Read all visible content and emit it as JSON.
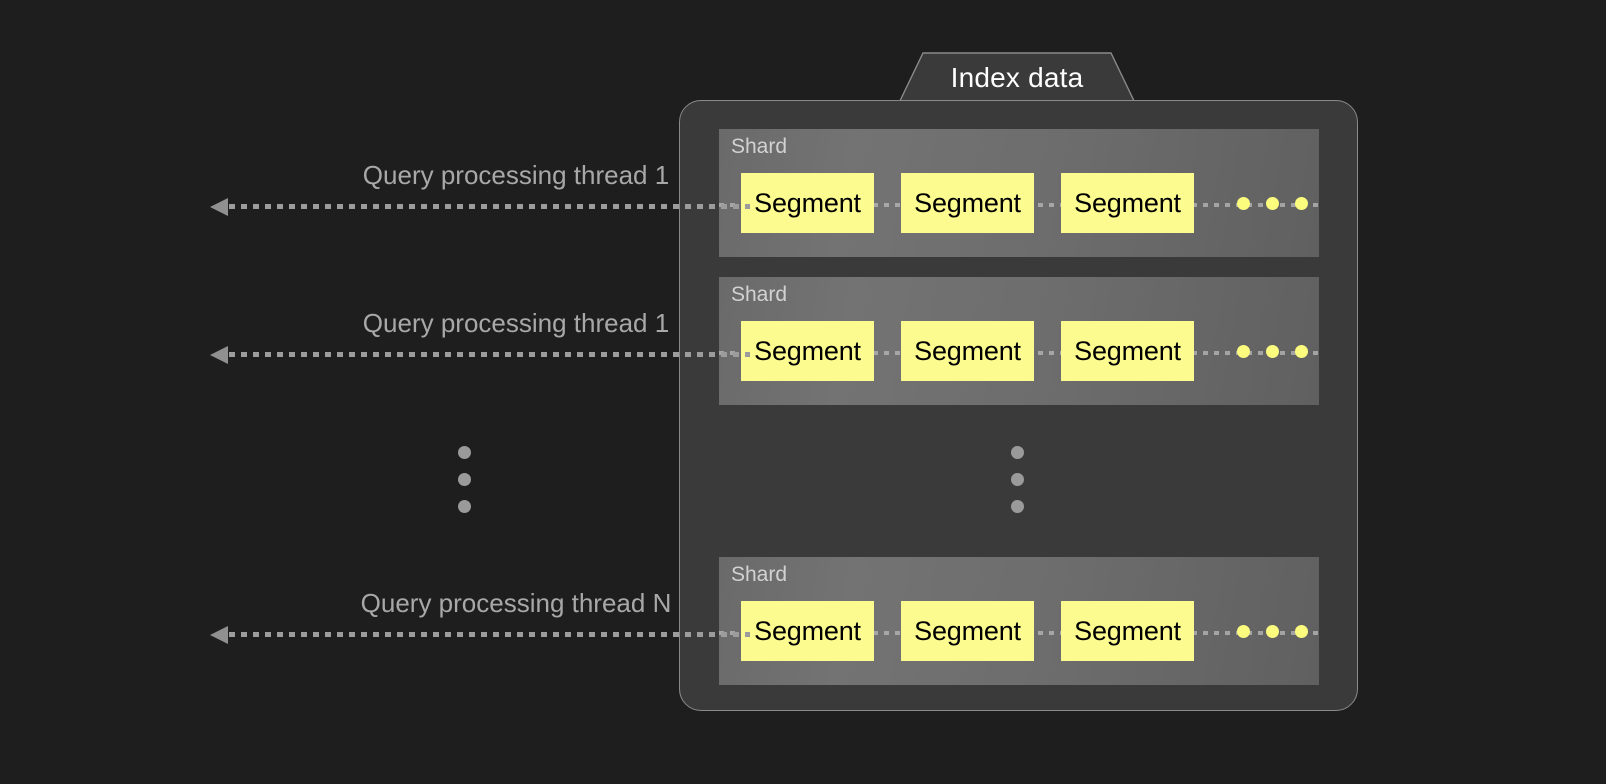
{
  "diagram": {
    "title": "Index data",
    "background_color": "#1e1e1e",
    "panel_color": "#3a3a3a",
    "panel_border_color": "#8a8a8a",
    "shard_color": "#6d6d6d",
    "segment_color": "#fbfb8f",
    "segment_text_color": "#000000",
    "label_color": "#a8a8a8",
    "dot_color": "#9a9a9a",
    "segment_dot_color": "#fbfb7d"
  },
  "threads": [
    {
      "label": "Query processing thread 1",
      "arrow": "left-arrow-dotted"
    },
    {
      "label": "Query processing thread 1",
      "arrow": "left-arrow-dotted"
    },
    {
      "label": "Query processing thread N",
      "arrow": "left-arrow-dotted"
    }
  ],
  "thread_ellipsis": "vertical-ellipsis",
  "panel_ellipsis": "vertical-ellipsis",
  "shards": [
    {
      "label": "Shard",
      "segments": [
        {
          "label": "Segment"
        },
        {
          "label": "Segment"
        },
        {
          "label": "Segment"
        }
      ],
      "more_indicator": "three-yellow-dots"
    },
    {
      "label": "Shard",
      "segments": [
        {
          "label": "Segment"
        },
        {
          "label": "Segment"
        },
        {
          "label": "Segment"
        }
      ],
      "more_indicator": "three-yellow-dots"
    },
    {
      "label": "Shard",
      "segments": [
        {
          "label": "Segment"
        },
        {
          "label": "Segment"
        },
        {
          "label": "Segment"
        }
      ],
      "more_indicator": "three-yellow-dots"
    }
  ]
}
